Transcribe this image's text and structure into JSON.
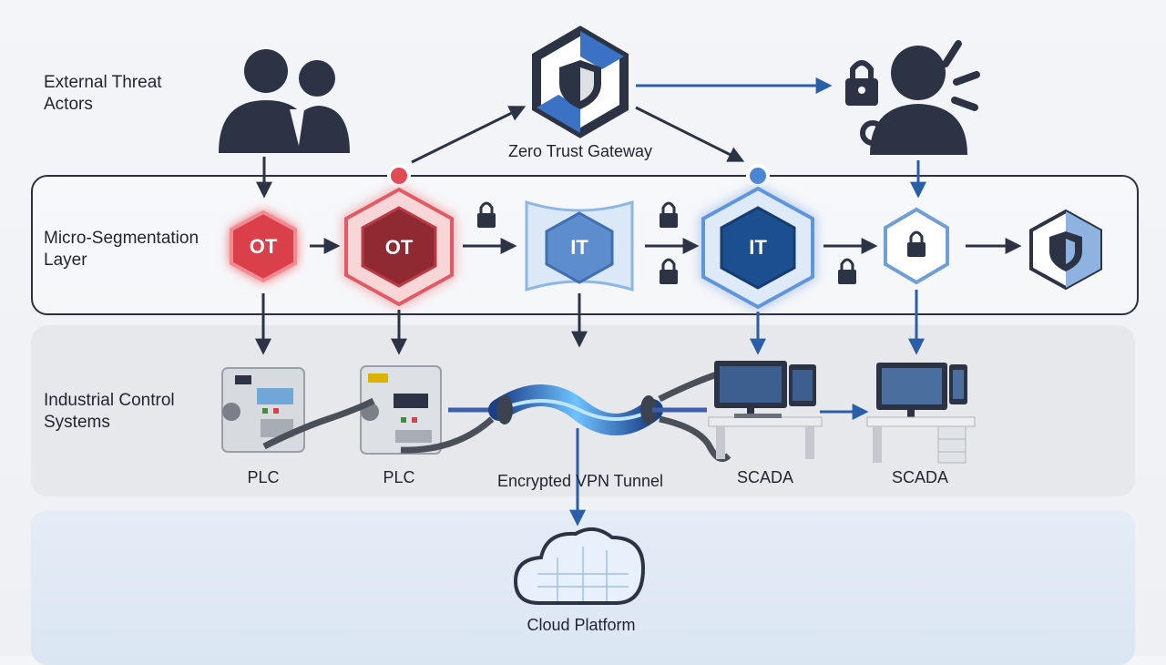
{
  "rows": {
    "threats": "External Threat\nActors",
    "segmentation": "Micro-Segmentation\nLayer",
    "ics": "Industrial Control\nSystems"
  },
  "gateway": {
    "label": "Zero Trust Gateway"
  },
  "segments": [
    {
      "id": "ot-1",
      "label": "OT"
    },
    {
      "id": "ot-2",
      "label": "OT"
    },
    {
      "id": "it-1",
      "label": "IT"
    },
    {
      "id": "it-2",
      "label": "IT"
    }
  ],
  "devices": [
    {
      "id": "plc-1",
      "label": "PLC"
    },
    {
      "id": "plc-2",
      "label": "PLC"
    },
    {
      "id": "vpn",
      "label": "Encrypted VPN Tunnel"
    },
    {
      "id": "scada-1",
      "label": "SCADA"
    },
    {
      "id": "scada-2",
      "label": "SCADA"
    }
  ],
  "cloud": {
    "label": "Cloud Platform"
  },
  "colors": {
    "ot": "#d9414a",
    "ot_dark": "#8f2a33",
    "it_light": "#6f9fd6",
    "it_dark": "#1f4f8f",
    "navy": "#2b3345",
    "arrow_blue": "#2a5ea8"
  }
}
